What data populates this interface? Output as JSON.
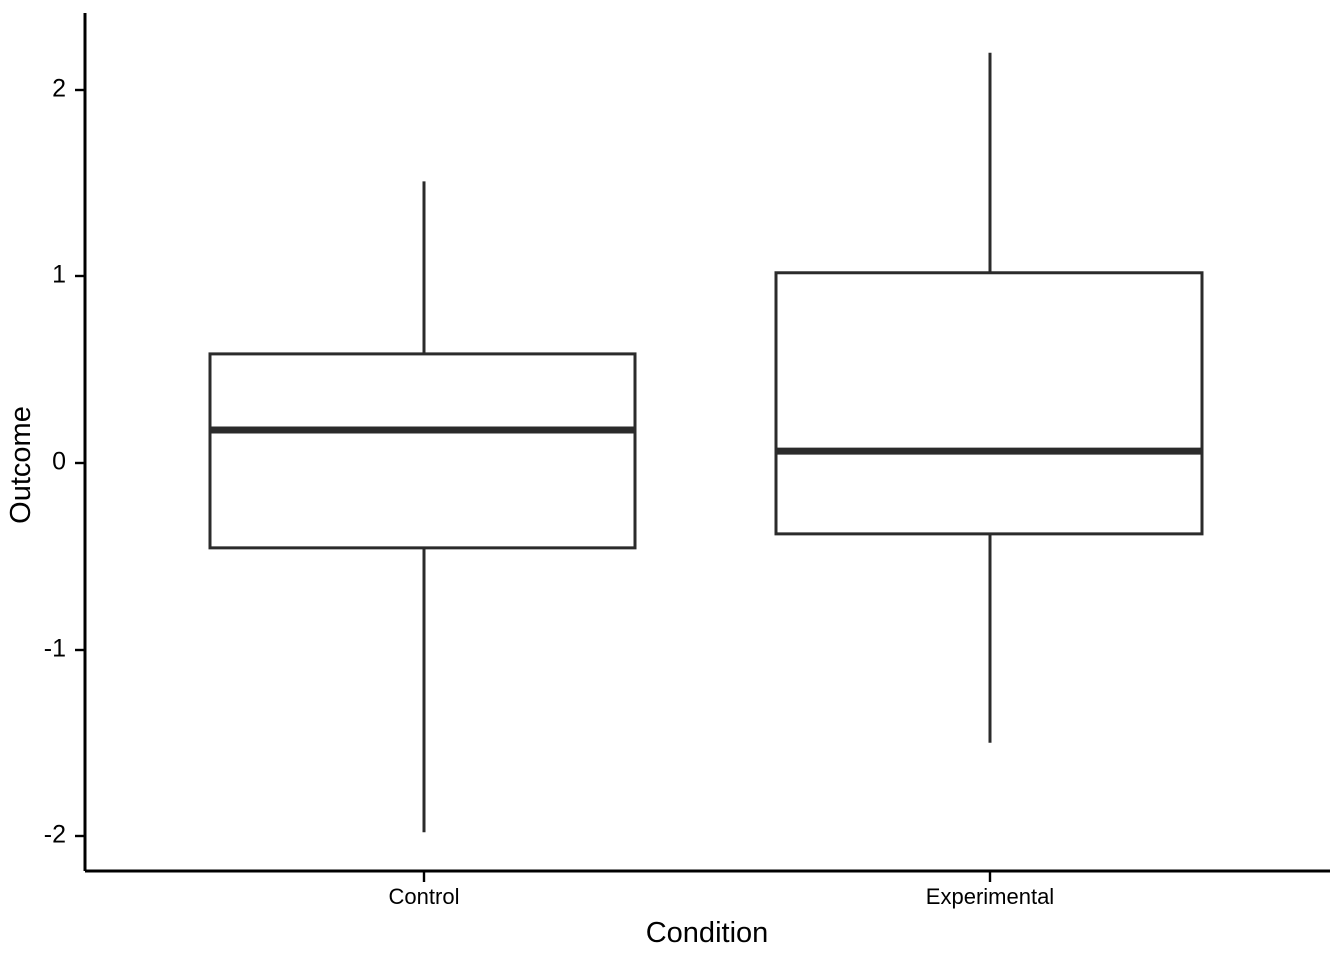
{
  "chart_data": {
    "type": "box",
    "title": "",
    "xlabel": "Condition",
    "ylabel": "Outcome",
    "categories": [
      "Control",
      "Experimental"
    ],
    "ylim": [
      -2.25,
      2.35
    ],
    "yticks": [
      -2,
      -1,
      0,
      1,
      2
    ],
    "ytick_labels": [
      "-2",
      "-1",
      "0",
      "1",
      "2"
    ],
    "grid": false,
    "legend": false,
    "orientation": "vertical",
    "box_fill": "#ffffff",
    "box_stroke": "#2b2b2b",
    "axis_color": "#000000",
    "background": "#ffffff",
    "boxes": [
      {
        "name": "Control",
        "whisker_low": -1.98,
        "q1": -0.455,
        "median": 0.177,
        "q3": 0.585,
        "whisker_high": 1.51,
        "outliers": []
      },
      {
        "name": "Experimental",
        "whisker_low": -1.5,
        "q1": -0.38,
        "median": 0.064,
        "q3": 1.02,
        "whisker_high": 2.2,
        "outliers": []
      }
    ]
  },
  "axes": {
    "y_title": "Outcome",
    "x_title": "Condition",
    "y_tick_labels": [
      "2",
      "1",
      "0",
      "-1",
      "-2"
    ],
    "x_tick_labels": [
      "Control",
      "Experimental"
    ]
  }
}
